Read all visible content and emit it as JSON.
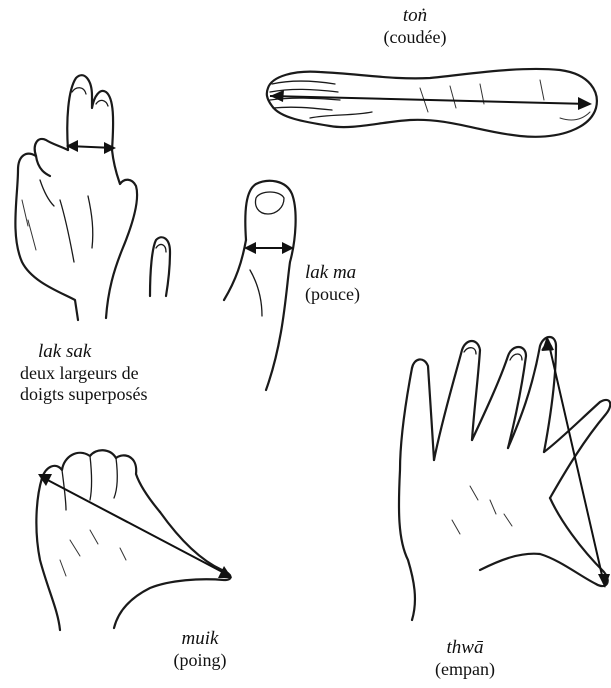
{
  "figure": {
    "units": [
      {
        "id": "ton",
        "term": "toṅ",
        "gloss": "(coudée)"
      },
      {
        "id": "lak_ma",
        "term": "lak ma",
        "gloss": "(pouce)"
      },
      {
        "id": "lak_sak",
        "term": "lak sak",
        "gloss_lines": [
          "deux largeurs de",
          "doigts superposés"
        ]
      },
      {
        "id": "muik",
        "term": "muik",
        "gloss": "(poing)"
      },
      {
        "id": "thwa",
        "term": "thwā",
        "gloss": "(empan)"
      }
    ]
  }
}
